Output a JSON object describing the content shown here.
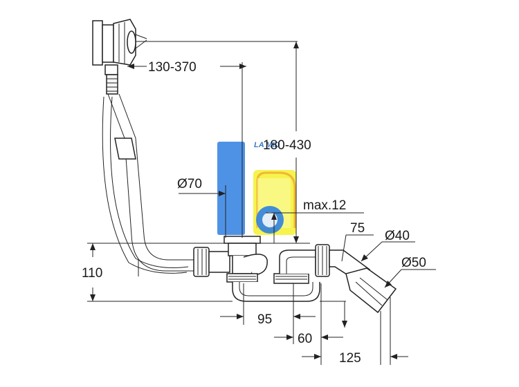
{
  "dimensions": {
    "overflow_offset": "130-370",
    "overflow_height": "180-430",
    "drain_diameter": "Ø70",
    "max_tile_offset": "max.12",
    "outlet_length": "75",
    "outlet_diameter_small": "Ø40",
    "outlet_diameter_large": "Ø50",
    "trap_height": "110",
    "trap_offset": "95",
    "outlet_offset": "60",
    "outlet_reach": "125"
  },
  "watermark": {
    "text": "LA MID",
    "colors": {
      "blue": "#2f7fe0",
      "yellow": "#f3f000",
      "orange": "#f0a830"
    }
  }
}
